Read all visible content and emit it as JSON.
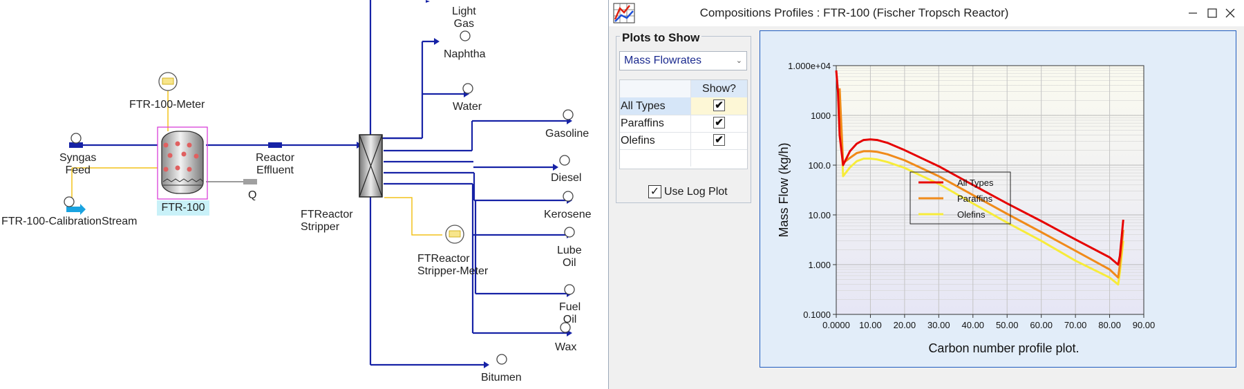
{
  "flowsheet": {
    "streams": {
      "light_gas": "Light\nGas",
      "naphtha": "Naphtha",
      "water": "Water",
      "gasoline": "Gasoline",
      "diesel": "Diesel",
      "kerosene": "Kerosene",
      "lube_oil": "Lube\nOil",
      "fuel_oil": "Fuel\nOil",
      "wax": "Wax",
      "bitumen": "Bitumen",
      "syngas_feed": "Syngas\nFeed",
      "reactor_effluent": "Reactor\nEffluent",
      "q": "Q",
      "calibration_stream": "FTR-100-CalibrationStream"
    },
    "units": {
      "meter": "FTR-100-Meter",
      "reactor": "FTR-100",
      "stripper": "FTReactor\nStripper",
      "stripper_meter": "FTReactor\nStripper-Meter"
    }
  },
  "dialog": {
    "title": "Compositions Profiles : FTR-100 (Fischer Tropsch Reactor)",
    "plots_to_show": "Plots to Show",
    "select_value": "Mass Flowrates",
    "show_header": "Show?",
    "rows": [
      {
        "label": "All Types",
        "checked": "✔"
      },
      {
        "label": "Paraffins",
        "checked": "✔"
      },
      {
        "label": "Olefins",
        "checked": "✔"
      }
    ],
    "use_log_plot": "Use Log Plot",
    "use_log_checked": "✓"
  },
  "chart_data": {
    "type": "line",
    "title": "Carbon number profile plot.",
    "xlabel": "",
    "ylabel": "Mass Flow (kg/h)",
    "yscale": "log",
    "xlim": [
      0,
      90
    ],
    "ylim": [
      0.1,
      10000
    ],
    "xticks": [
      "0.0000",
      "10.00",
      "20.00",
      "30.00",
      "40.00",
      "50.00",
      "60.00",
      "70.00",
      "80.00",
      "90.00"
    ],
    "yticks": [
      "0.1000",
      "1.000",
      "10.00",
      "100.0",
      "1000",
      "1.000e+04"
    ],
    "legend_position": "center-left",
    "series": [
      {
        "name": "All Types",
        "color": "#e60000",
        "x": [
          0,
          0.5,
          1,
          2,
          4,
          6,
          8,
          10,
          12,
          15,
          20,
          30,
          40,
          50,
          60,
          70,
          80,
          82.5,
          83,
          84
        ],
        "y": [
          8000,
          3000,
          400,
          100,
          190,
          270,
          320,
          330,
          320,
          280,
          200,
          95,
          40,
          17,
          7.5,
          3.2,
          1.4,
          1.0,
          1.5,
          8
        ]
      },
      {
        "name": "Paraffins",
        "color": "#f08a1a",
        "x": [
          1,
          2,
          4,
          6,
          8,
          10,
          12,
          15,
          20,
          30,
          40,
          50,
          60,
          70,
          80,
          82.5,
          83,
          84
        ],
        "y": [
          3500,
          110,
          140,
          175,
          190,
          190,
          185,
          165,
          125,
          60,
          25,
          10.5,
          4.5,
          1.9,
          0.8,
          0.55,
          1.0,
          5
        ]
      },
      {
        "name": "Olefins",
        "color": "#f7ec3a",
        "x": [
          1,
          2,
          4,
          6,
          8,
          10,
          12,
          15,
          20,
          30,
          40,
          50,
          60,
          70,
          80,
          82.5,
          83,
          84
        ],
        "y": [
          3200,
          60,
          90,
          120,
          135,
          135,
          130,
          115,
          88,
          42,
          17,
          7,
          3,
          1.2,
          0.55,
          0.4,
          0.7,
          3
        ]
      }
    ]
  }
}
